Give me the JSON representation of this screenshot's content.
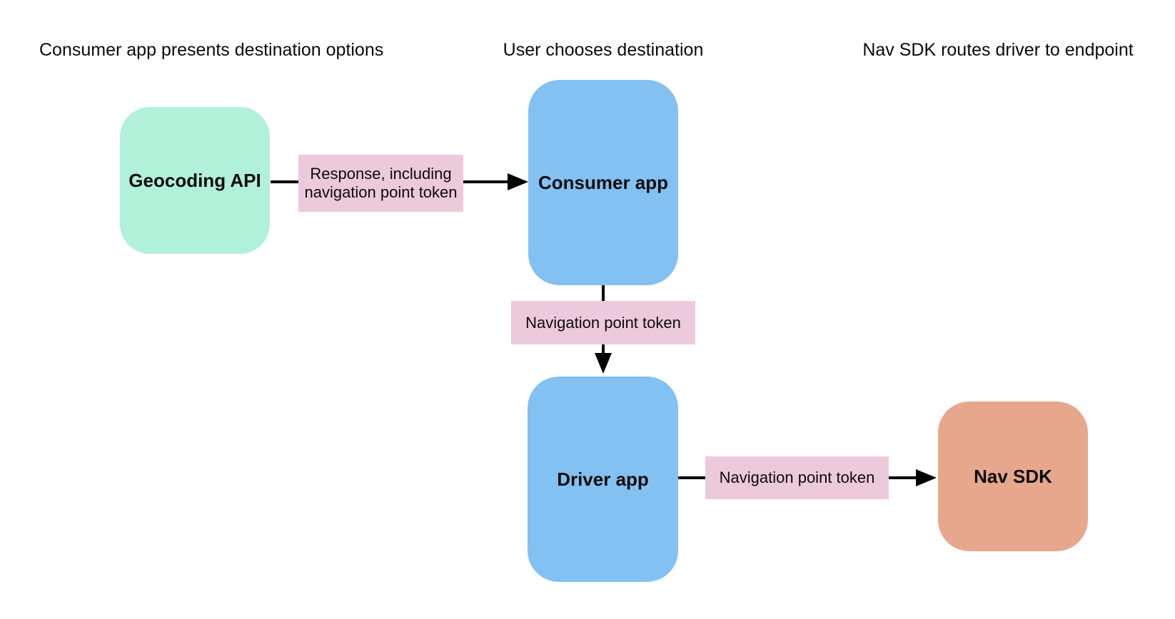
{
  "diagram": {
    "stage_labels": [
      {
        "text": "Consumer app presents destination options"
      },
      {
        "text": "User chooses destination"
      },
      {
        "text": "Nav SDK routes driver to endpoint"
      }
    ],
    "nodes": [
      {
        "id": "geocoding-api",
        "label": "Geocoding API"
      },
      {
        "id": "consumer-app",
        "label": "Consumer app"
      },
      {
        "id": "driver-app",
        "label": "Driver app"
      },
      {
        "id": "nav-sdk",
        "label": "Nav SDK"
      }
    ],
    "edge_labels": [
      {
        "text": "Response, including navigation point token"
      },
      {
        "text": "Navigation point token"
      },
      {
        "text": "Navigation point token"
      }
    ],
    "colors": {
      "node_green": "#b1f0d9",
      "node_blue": "#83c1f3",
      "node_orange": "#e7a78c",
      "edge_label_pink": "#edc9dc",
      "arrow_black": "#000000",
      "text_black": "#0b0b0b",
      "background": "#ffffff"
    }
  }
}
